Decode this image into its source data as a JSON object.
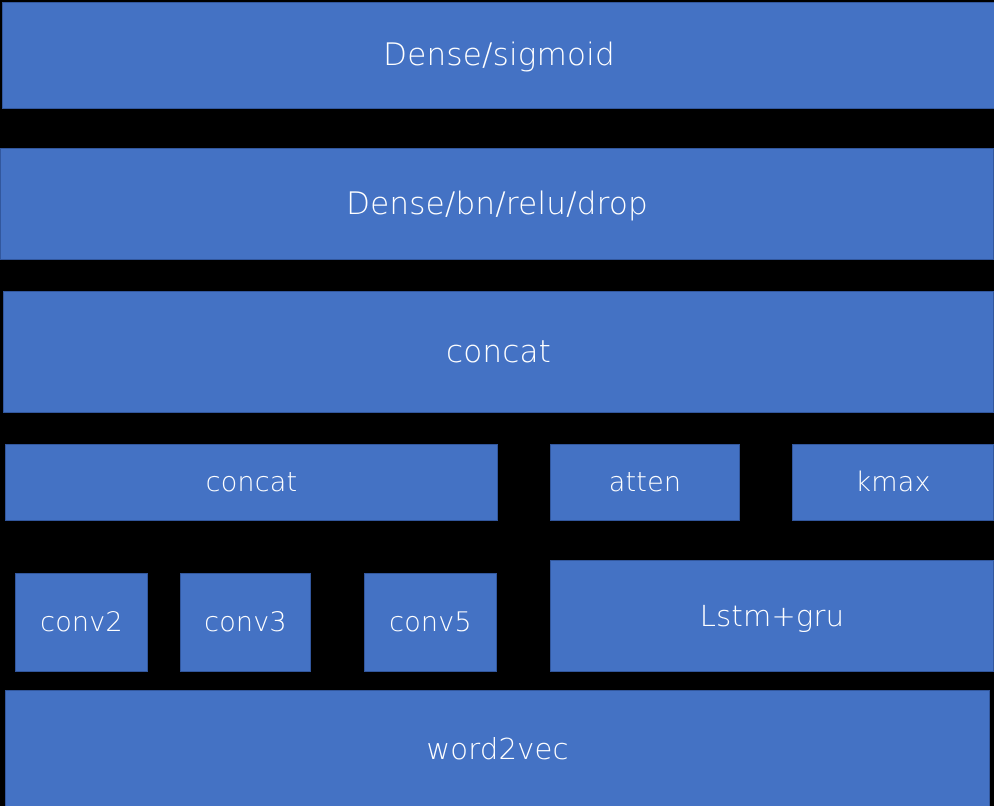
{
  "diagram": {
    "title": "Neural network architecture block diagram",
    "background_color": "#000000",
    "node_fill_color": "#4472C4",
    "node_border_color": "#32579D",
    "node_text_color": "#FFFFFF",
    "flow_direction": "bottom-to-top",
    "rows": [
      {
        "row_name": "output-layer",
        "nodes": [
          {
            "id": "dense-sigmoid",
            "label": "Dense/sigmoid"
          }
        ]
      },
      {
        "row_name": "dense-block-layer",
        "nodes": [
          {
            "id": "dense-bn-relu-drop",
            "label": "Dense/bn/relu/drop"
          }
        ]
      },
      {
        "row_name": "global-concat-layer",
        "nodes": [
          {
            "id": "concat-global",
            "label": "concat"
          }
        ]
      },
      {
        "row_name": "pooling-layer",
        "nodes": [
          {
            "id": "concat-conv",
            "label": "concat"
          },
          {
            "id": "atten",
            "label": "atten"
          },
          {
            "id": "kmax",
            "label": "kmax"
          }
        ]
      },
      {
        "row_name": "encoder-layer",
        "nodes": [
          {
            "id": "conv2",
            "label": "conv2"
          },
          {
            "id": "conv3",
            "label": "conv3"
          },
          {
            "id": "conv5",
            "label": "conv5"
          },
          {
            "id": "lstm-gru",
            "label": "Lstm+gru"
          }
        ]
      },
      {
        "row_name": "embedding-layer",
        "nodes": [
          {
            "id": "word2vec",
            "label": "word2vec"
          }
        ]
      }
    ]
  }
}
